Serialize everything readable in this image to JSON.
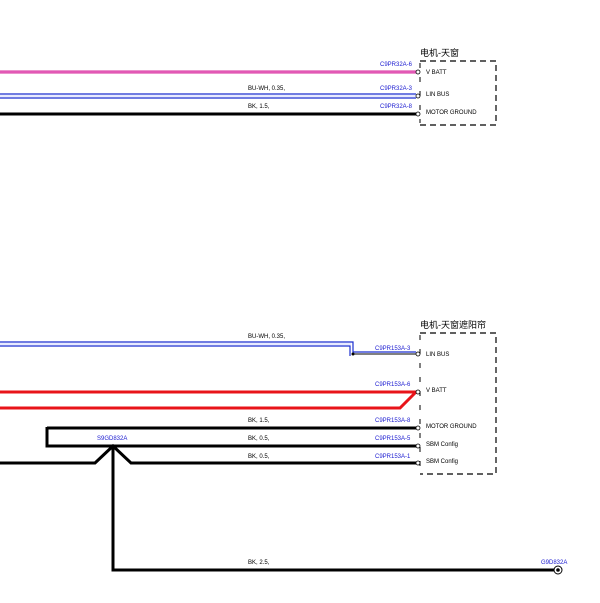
{
  "colors": {
    "wire_black": "#000000",
    "wire_blue": "#1a2ecf",
    "wire_red": "#e8141a",
    "wire_pink": "#d4279a",
    "pin_label": "#1a1ad0"
  },
  "sunroof_motor": {
    "title": "电机-天窗",
    "pins": [
      {
        "id": "C9PR32A-6",
        "func": "V BATT"
      },
      {
        "id": "C9PR32A-3",
        "func": "LIN BUS"
      },
      {
        "id": "C9PR32A-8",
        "func": "MOTOR GROUND"
      }
    ],
    "wires": [
      {
        "label": ""
      },
      {
        "label": "BU-WH, 0.35,"
      },
      {
        "label": "BK, 1.5,"
      }
    ]
  },
  "sunshade_motor": {
    "title": "电机-天窗遮阳帘",
    "pins": [
      {
        "id": "C9PR153A-3",
        "func": "LIN BUS"
      },
      {
        "id": "C9PR153A-6",
        "func": "V BATT"
      },
      {
        "id": "C9PR153A-8",
        "func": "MOTOR GROUND"
      },
      {
        "id": "C9PR153A-5",
        "func": "SBM Config"
      },
      {
        "id": "C9PR153A-1",
        "func": "SBM Config"
      }
    ],
    "wires": [
      {
        "label": "BU-WH, 0.35,"
      },
      {
        "label": ""
      },
      {
        "label": "BK, 1.5,"
      },
      {
        "label": "BK, 0.5,"
      },
      {
        "label": "BK, 0.5,"
      }
    ]
  },
  "splice": {
    "label": "S9GD832A"
  },
  "ground": {
    "wire_label": "BK, 2.5,",
    "label": "G9D832A"
  }
}
